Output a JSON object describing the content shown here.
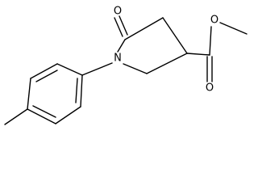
{
  "molecule": {
    "atoms": {
      "oxygen_ketone": "O",
      "nitrogen_ring": "N",
      "oxygen_ester_ether": "O",
      "oxygen_ester_carbonyl": "O"
    }
  }
}
